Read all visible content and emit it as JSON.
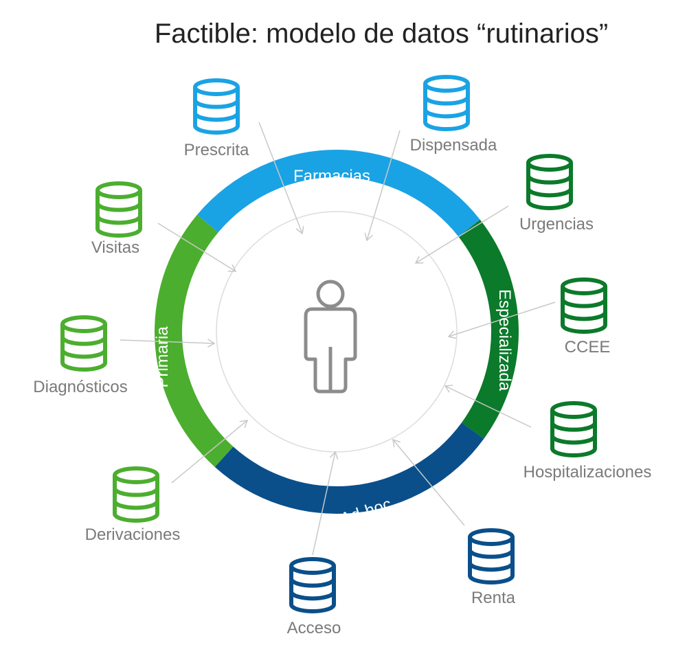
{
  "title": "Factible: modelo de datos “rutinarios”",
  "colors": {
    "light_blue": "#1aa3e4",
    "light_green": "#4cae2f",
    "dark_green": "#0b7a2a",
    "dark_blue": "#0a4f8a",
    "grey_text": "#7a7a7a",
    "line": "#c8c8c8",
    "person": "#8c8c8c"
  },
  "segments": [
    {
      "id": "farmacias",
      "label": "Farmacias",
      "color": "#1aa3e4"
    },
    {
      "id": "especializada",
      "label": "Especializada",
      "color": "#0b7a2a"
    },
    {
      "id": "adhoc",
      "label": "Ad-hoc",
      "color": "#0a4f8a"
    },
    {
      "id": "primaria",
      "label": "Primaria",
      "color": "#4cae2f"
    }
  ],
  "sources": [
    {
      "label": "Prescrita",
      "group": "farmacias",
      "color": "#1aa3e4"
    },
    {
      "label": "Dispensada",
      "group": "farmacias",
      "color": "#1aa3e4"
    },
    {
      "label": "Urgencias",
      "group": "especializada",
      "color": "#0b7a2a"
    },
    {
      "label": "CCEE",
      "group": "especializada",
      "color": "#0b7a2a"
    },
    {
      "label": "Hospitalizaciones",
      "group": "especializada",
      "color": "#0b7a2a"
    },
    {
      "label": "Renta",
      "group": "adhoc",
      "color": "#0a4f8a"
    },
    {
      "label": "Acceso",
      "group": "adhoc",
      "color": "#0a4f8a"
    },
    {
      "label": "Derivaciones",
      "group": "primaria",
      "color": "#4cae2f"
    },
    {
      "label": "Diagnósticos",
      "group": "primaria",
      "color": "#4cae2f"
    },
    {
      "label": "Visitas",
      "group": "primaria",
      "color": "#4cae2f"
    }
  ],
  "center_icon": "person-icon",
  "source_icon": "database-icon"
}
